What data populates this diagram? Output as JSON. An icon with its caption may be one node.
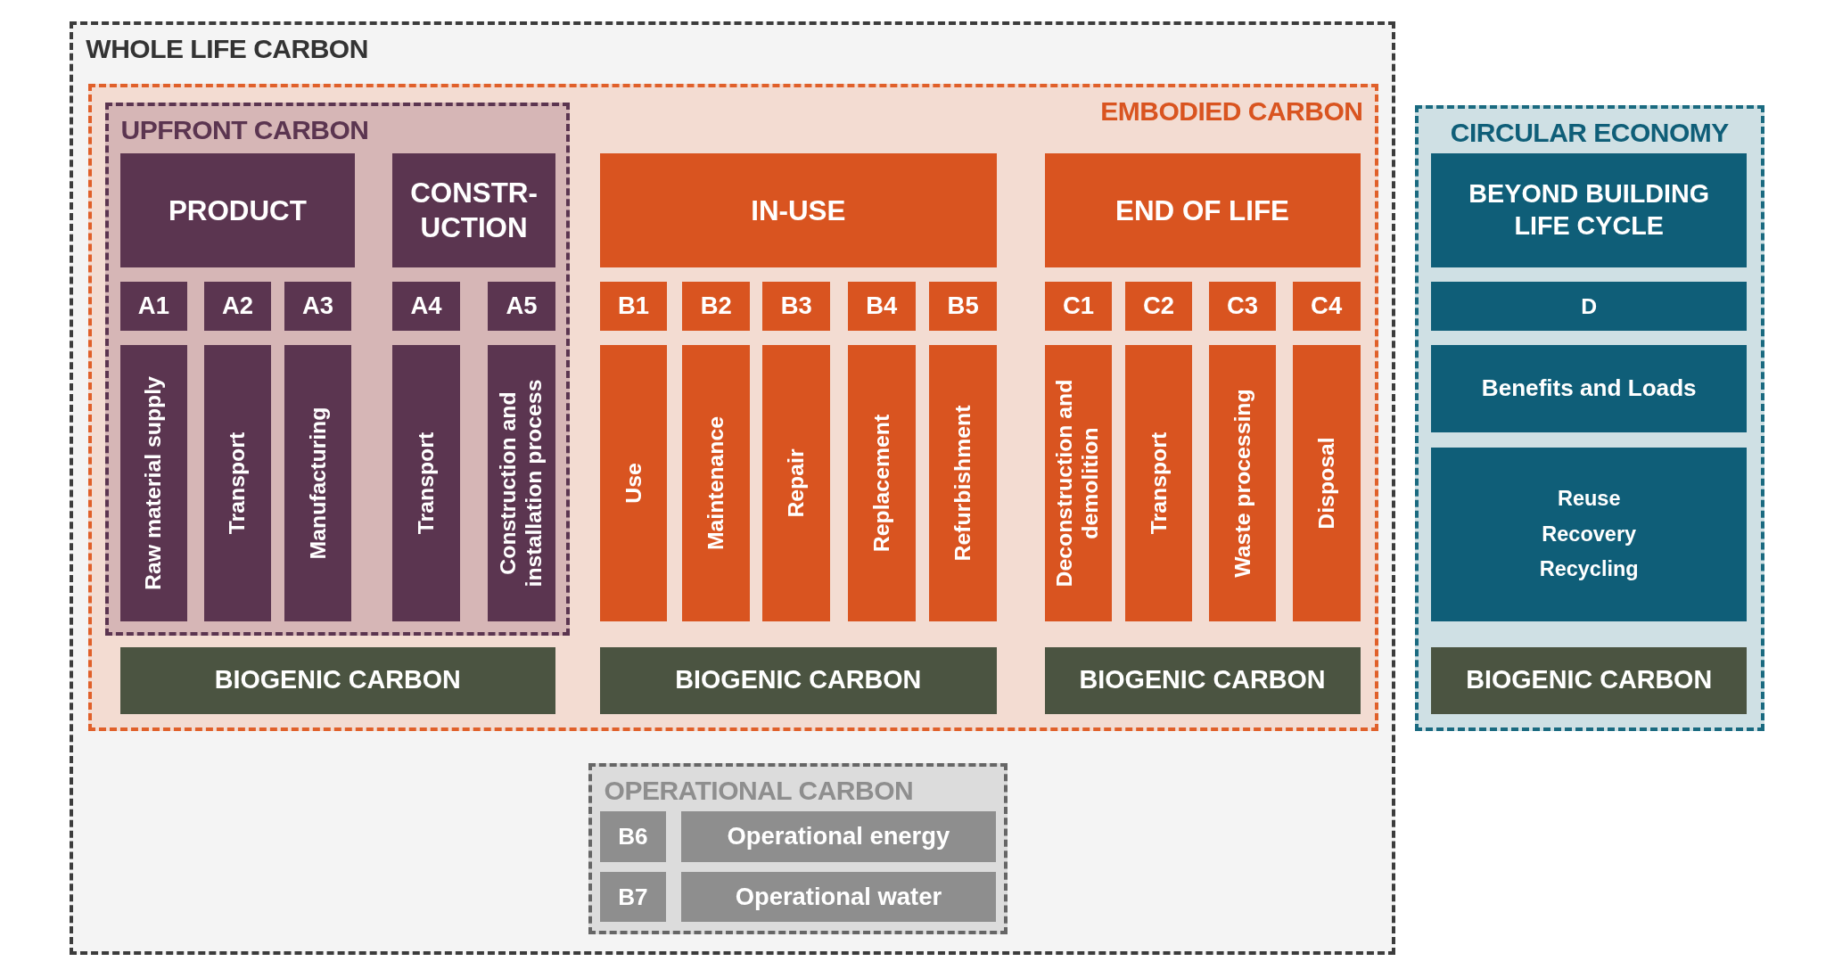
{
  "diagram": {
    "nodes": [
      {
        "text": [
          "WHOLE LIFE CARBON"
        ]
      },
      {
        "text": [
          "EMBODIED CARBON"
        ],
        "in": 0
      },
      {
        "text": [
          "UPFRONT CARBON"
        ],
        "in": 1
      },
      {
        "text": [
          "PRODUCT"
        ],
        "in": 2
      },
      {
        "text": [
          "CONSTR-UCTION"
        ],
        "in": 2
      },
      {
        "text": [
          "A1"
        ],
        "in": 2
      },
      {
        "text": [
          "A2"
        ],
        "in": 2
      },
      {
        "text": [
          "A3"
        ],
        "in": 2
      },
      {
        "text": [
          "A4"
        ],
        "in": 2
      },
      {
        "text": [
          "A5"
        ],
        "in": 2
      },
      {
        "text": [
          "Raw material supply"
        ],
        "in": 2
      },
      {
        "text": [
          "Transport"
        ],
        "in": 2
      },
      {
        "text": [
          "Manufacturing"
        ],
        "in": 2
      },
      {
        "text": [
          "Transport"
        ],
        "in": 2
      },
      {
        "text": [
          "Construction and installation process"
        ],
        "in": 2
      },
      {
        "text": [
          "BIOGENIC CARBON"
        ],
        "in": 1
      },
      {
        "text": [
          "IN-USE"
        ],
        "in": 1
      },
      {
        "text": [
          "B1"
        ],
        "in": 1
      },
      {
        "text": [
          "B2"
        ],
        "in": 1
      },
      {
        "text": [
          "B3"
        ],
        "in": 1
      },
      {
        "text": [
          "B4"
        ],
        "in": 1
      },
      {
        "text": [
          "B5"
        ],
        "in": 1
      },
      {
        "text": [
          "Use"
        ],
        "in": 1
      },
      {
        "text": [
          "Maintenance"
        ],
        "in": 1
      },
      {
        "text": [
          "Repair"
        ],
        "in": 1
      },
      {
        "text": [
          "Replacement"
        ],
        "in": 1
      },
      {
        "text": [
          "Refurbishment"
        ],
        "in": 1
      },
      {
        "text": [
          "BIOGENIC CARBON"
        ],
        "in": 1
      },
      {
        "text": [
          "END OF LIFE"
        ],
        "in": 1
      },
      {
        "text": [
          "C1"
        ],
        "in": 1
      },
      {
        "text": [
          "C2"
        ],
        "in": 1
      },
      {
        "text": [
          "C3"
        ],
        "in": 1
      },
      {
        "text": [
          "C4"
        ],
        "in": 1
      },
      {
        "text": [
          "Deconstruction and demolition"
        ],
        "in": 1
      },
      {
        "text": [
          "Transport"
        ],
        "in": 1
      },
      {
        "text": [
          "Waste processing"
        ],
        "in": 1
      },
      {
        "text": [
          "Disposal"
        ],
        "in": 1
      },
      {
        "text": [
          "BIOGENIC CARBON"
        ],
        "in": 1
      },
      {
        "text": [
          "CIRCULAR ECONOMY"
        ]
      },
      {
        "text": [
          "BEYOND BUILDING LIFE CYCLE"
        ],
        "in": 38
      },
      {
        "text": [
          "D"
        ],
        "in": 38
      },
      {
        "text": [
          "Benefits and Loads"
        ],
        "in": 38
      },
      {
        "text": [
          "Reuse Recovery Recycling"
        ],
        "in": 38
      },
      {
        "text": [
          "BIOGENIC CARBON"
        ],
        "in": 38
      },
      {
        "text": [
          "OPERATIONAL CARBON"
        ],
        "in": 0
      },
      {
        "text": [
          "B6"
        ],
        "in": 44
      },
      {
        "text": [
          "Operational energy"
        ],
        "in": 44
      },
      {
        "text": [
          "B7"
        ],
        "in": 44
      },
      {
        "text": [
          "Operational water"
        ],
        "in": 44
      }
    ]
  }
}
